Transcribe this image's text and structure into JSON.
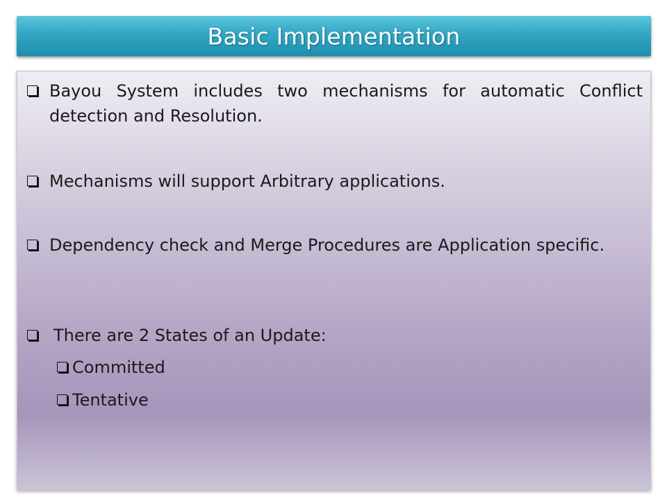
{
  "slide": {
    "title": "Basic Implementation",
    "bullets": [
      {
        "text": "Bayou System includes two mechanisms for automatic Conflict detection and Resolution."
      },
      {
        "text": "Mechanisms will support Arbitrary applications."
      },
      {
        "text": "Dependency check and Merge Procedures are Application specific."
      },
      {
        "text": "There are 2 States of an Update:"
      }
    ],
    "sub_bullets": [
      {
        "text": "Committed"
      },
      {
        "text": "Tentative"
      }
    ]
  },
  "colors": {
    "title_bar": "#35a9c6",
    "title_text": "#ffffff",
    "content_top": "#efedf3",
    "content_mid": "#a595bb",
    "body_text": "#1a1a1a"
  },
  "icons": {
    "bullet": "hollow-square-bullet-icon"
  }
}
